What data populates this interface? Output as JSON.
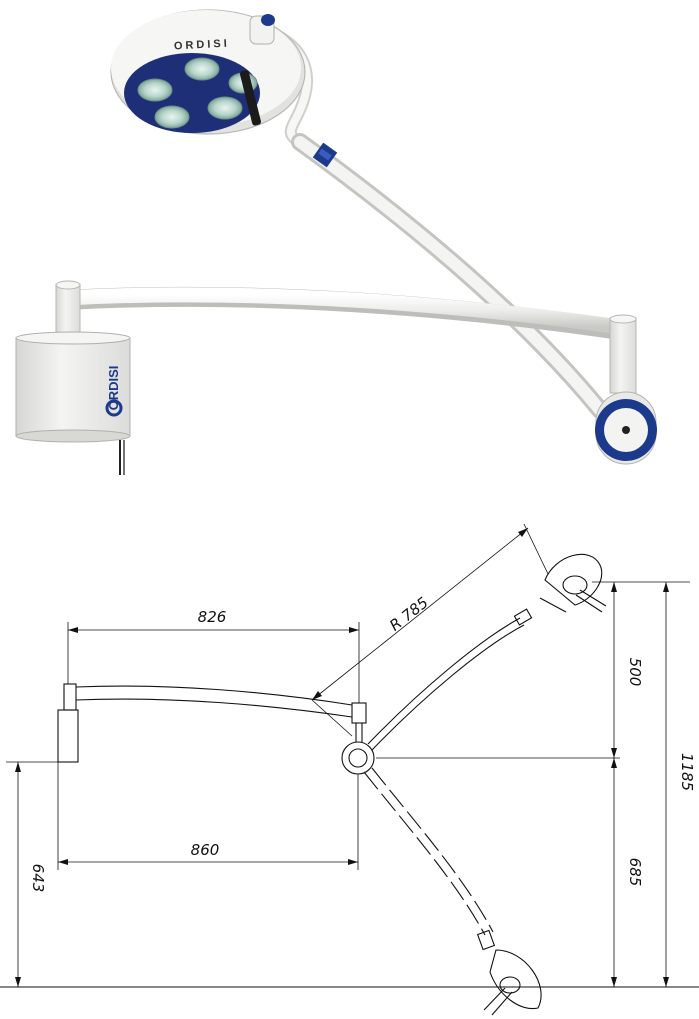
{
  "product": {
    "lamp_brand": "ORDISI",
    "base_brand": "ORDISI"
  },
  "drawing": {
    "dims": {
      "upper_arm": "826",
      "radius": "R 785",
      "lower_arm": "860",
      "head_height": "500",
      "lower_drop": "685",
      "total_height": "1185",
      "mount_height": "643"
    }
  },
  "colors": {
    "brand_blue": "#1c3a8c",
    "arm_white": "#f2f2f0",
    "line": "#111111"
  }
}
